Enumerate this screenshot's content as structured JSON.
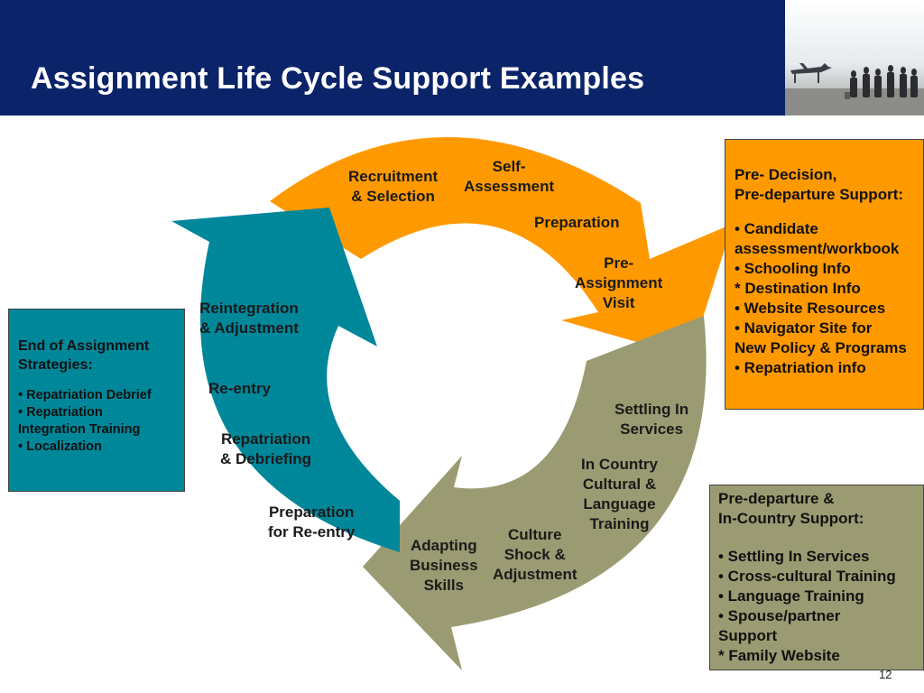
{
  "slide": {
    "title": "Assignment Life Cycle Support Examples",
    "page_number": "12"
  },
  "cycle": {
    "orange": [
      "Recruitment\n& Selection",
      "Self-\nAssessment",
      "Preparation",
      "Pre-\nAssignment\nVisit"
    ],
    "olive": [
      "Settling In\nServices",
      "In Country\nCultural &\nLanguage\nTraining",
      "Culture\nShock &\nAdjustment",
      "Adapting\nBusiness\nSkills"
    ],
    "teal": [
      "Reintegration\n& Adjustment",
      "Re-entry",
      "Repatriation\n& Debriefing",
      "Preparation\nfor Re-entry"
    ]
  },
  "left_box": {
    "heading": "End of Assignment\nStrategies:",
    "items": [
      "• Repatriation Debrief",
      "• Repatriation\n   Integration Training",
      "• Localization"
    ]
  },
  "right_box": {
    "heading": "Pre- Decision,\nPre-departure Support:",
    "items": [
      "• Candidate\n  assessment/workbook",
      "• Schooling Info",
      "* Destination Info",
      "• Website Resources",
      "• Navigator Site for\nNew Policy & Programs",
      "• Repatriation info"
    ]
  },
  "bottom_right_box": {
    "heading": "Pre-departure &\nIn-Country Support:",
    "items": [
      "• Settling In Services",
      "• Cross-cultural Training",
      "• Language Training",
      "• Spouse/partner\n   Support",
      "* Family Website"
    ]
  },
  "colors": {
    "header": "#0b2469",
    "orange": "#ff9900",
    "teal": "#00879a",
    "olive": "#9b9b73"
  }
}
